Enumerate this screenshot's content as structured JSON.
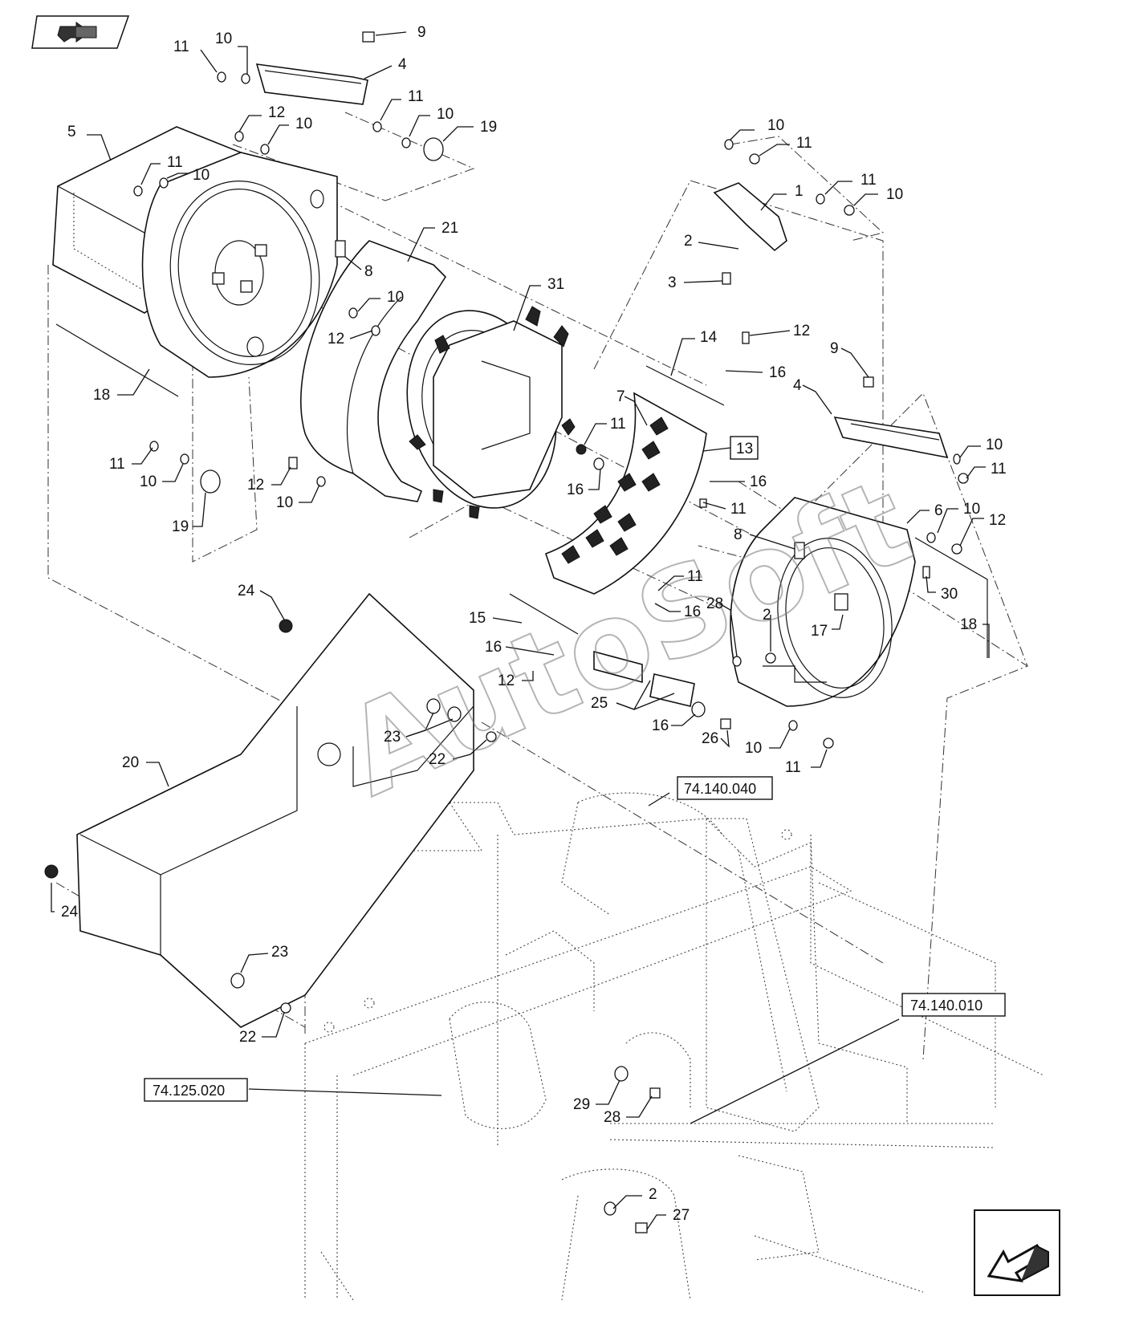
{
  "callouts": [
    {
      "id": "c1",
      "text": "11"
    },
    {
      "id": "c2",
      "text": "10"
    },
    {
      "id": "c3",
      "text": "9"
    },
    {
      "id": "c4",
      "text": "4"
    },
    {
      "id": "c5",
      "text": "5"
    },
    {
      "id": "c6",
      "text": "12"
    },
    {
      "id": "c7",
      "text": "10"
    },
    {
      "id": "c8",
      "text": "11"
    },
    {
      "id": "c9",
      "text": "10"
    },
    {
      "id": "c10",
      "text": "19"
    },
    {
      "id": "c11",
      "text": "11"
    },
    {
      "id": "c12",
      "text": "10"
    },
    {
      "id": "c13",
      "text": "10"
    },
    {
      "id": "c14",
      "text": "11"
    },
    {
      "id": "c15",
      "text": "1"
    },
    {
      "id": "c16",
      "text": "11"
    },
    {
      "id": "c17",
      "text": "10"
    },
    {
      "id": "c18",
      "text": "2"
    },
    {
      "id": "c19",
      "text": "3"
    },
    {
      "id": "c20",
      "text": "21"
    },
    {
      "id": "c21",
      "text": "8"
    },
    {
      "id": "c22",
      "text": "10"
    },
    {
      "id": "c23",
      "text": "12"
    },
    {
      "id": "c24",
      "text": "31"
    },
    {
      "id": "c25",
      "text": "14"
    },
    {
      "id": "c26",
      "text": "12"
    },
    {
      "id": "c27",
      "text": "16"
    },
    {
      "id": "c28",
      "text": "9"
    },
    {
      "id": "c29",
      "text": "4"
    },
    {
      "id": "c30",
      "text": "18"
    },
    {
      "id": "c31",
      "text": "7"
    },
    {
      "id": "c32",
      "text": "11"
    },
    {
      "id": "c33",
      "text": "10"
    },
    {
      "id": "c34",
      "text": "11"
    },
    {
      "id": "c35",
      "text": "11"
    },
    {
      "id": "c36",
      "text": "10"
    },
    {
      "id": "c37",
      "text": "12"
    },
    {
      "id": "c38",
      "text": "10"
    },
    {
      "id": "c39",
      "text": "16"
    },
    {
      "id": "c40",
      "text": "16"
    },
    {
      "id": "c41",
      "text": "11"
    },
    {
      "id": "c42",
      "text": "19"
    },
    {
      "id": "c43",
      "text": "6"
    },
    {
      "id": "c44",
      "text": "10"
    },
    {
      "id": "c45",
      "text": "12"
    },
    {
      "id": "c46",
      "text": "8"
    },
    {
      "id": "c47",
      "text": "30"
    },
    {
      "id": "c48",
      "text": "24"
    },
    {
      "id": "c49",
      "text": "15"
    },
    {
      "id": "c50",
      "text": "11"
    },
    {
      "id": "c51",
      "text": "16"
    },
    {
      "id": "c52",
      "text": "28"
    },
    {
      "id": "c53",
      "text": "2"
    },
    {
      "id": "c54",
      "text": "17"
    },
    {
      "id": "c55",
      "text": "18"
    },
    {
      "id": "c56",
      "text": "16"
    },
    {
      "id": "c57",
      "text": "12"
    },
    {
      "id": "c58",
      "text": "25"
    },
    {
      "id": "c59",
      "text": "23"
    },
    {
      "id": "c60",
      "text": "22"
    },
    {
      "id": "c61",
      "text": "16"
    },
    {
      "id": "c62",
      "text": "26"
    },
    {
      "id": "c63",
      "text": "10"
    },
    {
      "id": "c64",
      "text": "11"
    },
    {
      "id": "c65",
      "text": "20"
    },
    {
      "id": "c66",
      "text": "24"
    },
    {
      "id": "c67",
      "text": "23"
    },
    {
      "id": "c68",
      "text": "22"
    },
    {
      "id": "c69",
      "text": "29"
    },
    {
      "id": "c70",
      "text": "28"
    },
    {
      "id": "c71",
      "text": "2"
    },
    {
      "id": "c72",
      "text": "27"
    }
  ],
  "boxed_callouts": [
    {
      "id": "b13",
      "text": "13"
    }
  ],
  "references": [
    {
      "id": "r1",
      "text": "74.140.040"
    },
    {
      "id": "r2",
      "text": "74.140.010"
    },
    {
      "id": "r3",
      "text": "74.125.020"
    }
  ],
  "watermark": "AutoSoft",
  "icons": {
    "top_left": "previous-page-arrow-icon",
    "bottom_right": "next-page-arrow-icon"
  }
}
